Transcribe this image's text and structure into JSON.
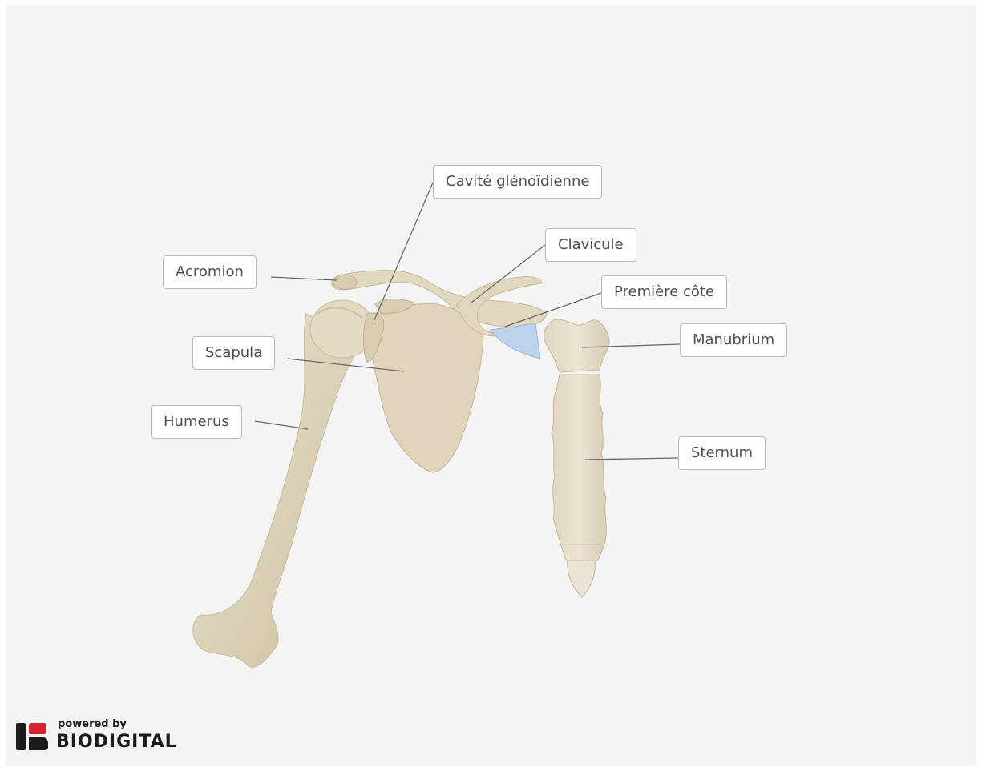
{
  "labels": {
    "glenoid": "Cavité glénoïdienne",
    "clavicle": "Clavicule",
    "acromion": "Acromion",
    "first_rib": "Première côte",
    "manubrium": "Manubrium",
    "scapula": "Scapula",
    "humerus": "Humerus",
    "sternum": "Sternum"
  },
  "branding": {
    "powered_by": "powered by",
    "name": "BIODIGITAL",
    "accent": "#d32533"
  },
  "colors": {
    "bone": "#e2d8c2",
    "bone_shade": "#c6b99c",
    "cartilage": "#bcd3ec",
    "background": "#f4f4f4",
    "leader_line": "#6b6b6b"
  }
}
